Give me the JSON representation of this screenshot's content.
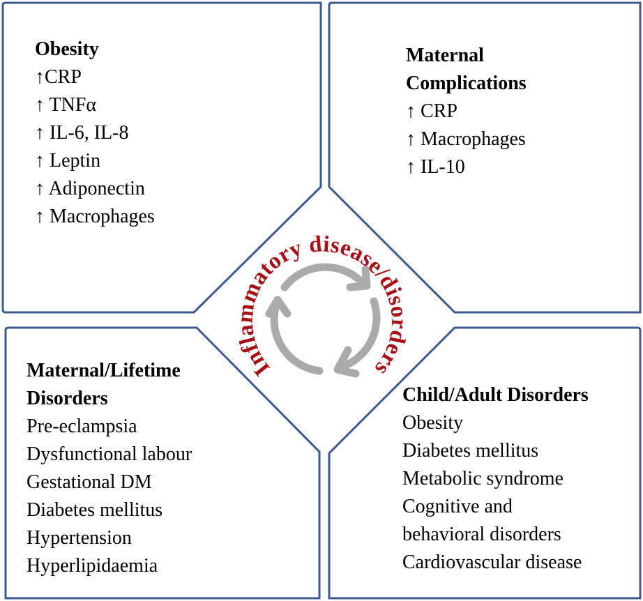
{
  "colors": {
    "panel_border": "#3d5a8f",
    "arc_text": "#a50f15",
    "cycle_arrows": "#aaaaaa",
    "body_text": "#000000"
  },
  "center": {
    "label": "Inflammatory disease/disorders",
    "icon": "cycle-arrows-icon"
  },
  "panels": {
    "top_left": {
      "title": "Obesity",
      "items": [
        "↑CRP",
        "↑ TNFα",
        "↑ IL-6, IL-8",
        "↑ Leptin",
        "↑ Adiponectin",
        "↑ Macrophages"
      ]
    },
    "top_right": {
      "title_line1": "Maternal",
      "title_line2": "Complications",
      "items": [
        "↑ CRP",
        "↑ Macrophages",
        "↑ IL-10"
      ]
    },
    "bottom_left": {
      "title_line1": "Maternal/Lifetime",
      "title_line2": "Disorders",
      "items": [
        "Pre-eclampsia",
        "Dysfunctional labour",
        "Gestational DM",
        "Diabetes mellitus",
        "Hypertension",
        "Hyperlipidaemia"
      ]
    },
    "bottom_right": {
      "title": "Child/Adult Disorders",
      "items": [
        "Obesity",
        "Diabetes mellitus",
        "Metabolic syndrome",
        "Cognitive and",
        "behavioral disorders",
        "Cardiovascular disease"
      ]
    }
  }
}
